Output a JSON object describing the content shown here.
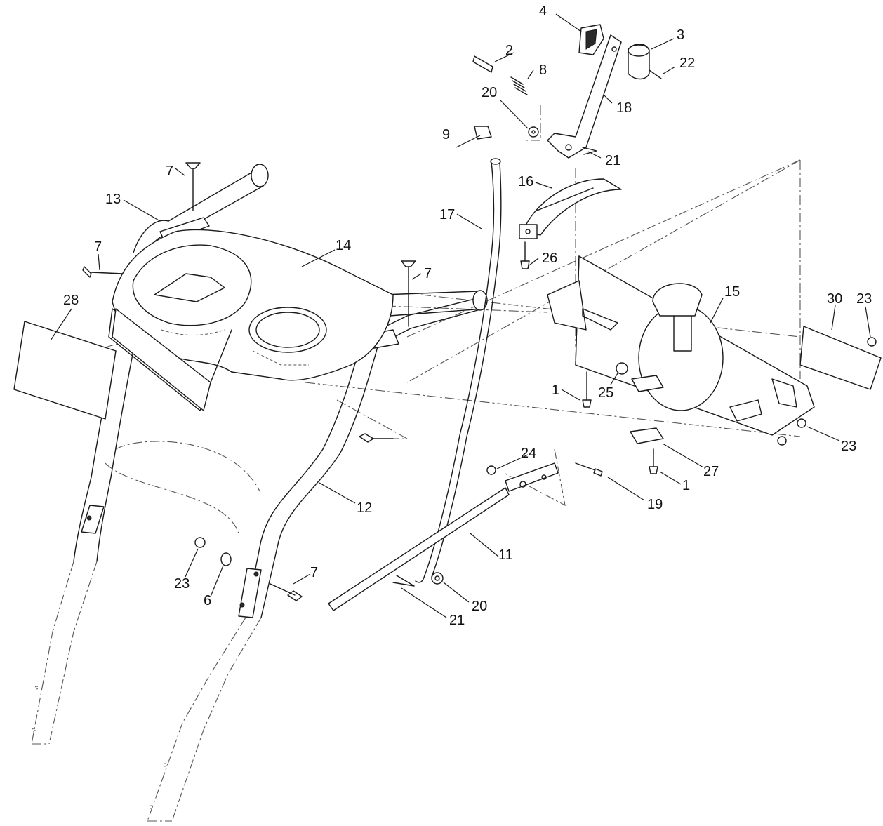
{
  "callouts": [
    {
      "id": "c4",
      "text": "4"
    },
    {
      "id": "c3",
      "text": "3"
    },
    {
      "id": "c2",
      "text": "2"
    },
    {
      "id": "c22",
      "text": "22"
    },
    {
      "id": "c8",
      "text": "8"
    },
    {
      "id": "c20a",
      "text": "20"
    },
    {
      "id": "c18",
      "text": "18"
    },
    {
      "id": "c9",
      "text": "9"
    },
    {
      "id": "c21a",
      "text": "21"
    },
    {
      "id": "c7a",
      "text": "7"
    },
    {
      "id": "c16",
      "text": "16"
    },
    {
      "id": "c13",
      "text": "13"
    },
    {
      "id": "c17",
      "text": "17"
    },
    {
      "id": "c7b",
      "text": "7"
    },
    {
      "id": "c14",
      "text": "14"
    },
    {
      "id": "c26",
      "text": "26"
    },
    {
      "id": "c7c",
      "text": "7"
    },
    {
      "id": "c15",
      "text": "15"
    },
    {
      "id": "c30",
      "text": "30"
    },
    {
      "id": "c23a",
      "text": "23"
    },
    {
      "id": "c28",
      "text": "28"
    },
    {
      "id": "c1a",
      "text": "1"
    },
    {
      "id": "c25",
      "text": "25"
    },
    {
      "id": "c23b",
      "text": "23"
    },
    {
      "id": "c24",
      "text": "24"
    },
    {
      "id": "c27",
      "text": "27"
    },
    {
      "id": "c1b",
      "text": "1"
    },
    {
      "id": "c12",
      "text": "12"
    },
    {
      "id": "c19",
      "text": "19"
    },
    {
      "id": "c11",
      "text": "11"
    },
    {
      "id": "c7d",
      "text": "7"
    },
    {
      "id": "c23c",
      "text": "23"
    },
    {
      "id": "c6",
      "text": "6"
    },
    {
      "id": "c20b",
      "text": "20"
    },
    {
      "id": "c21b",
      "text": "21"
    }
  ]
}
